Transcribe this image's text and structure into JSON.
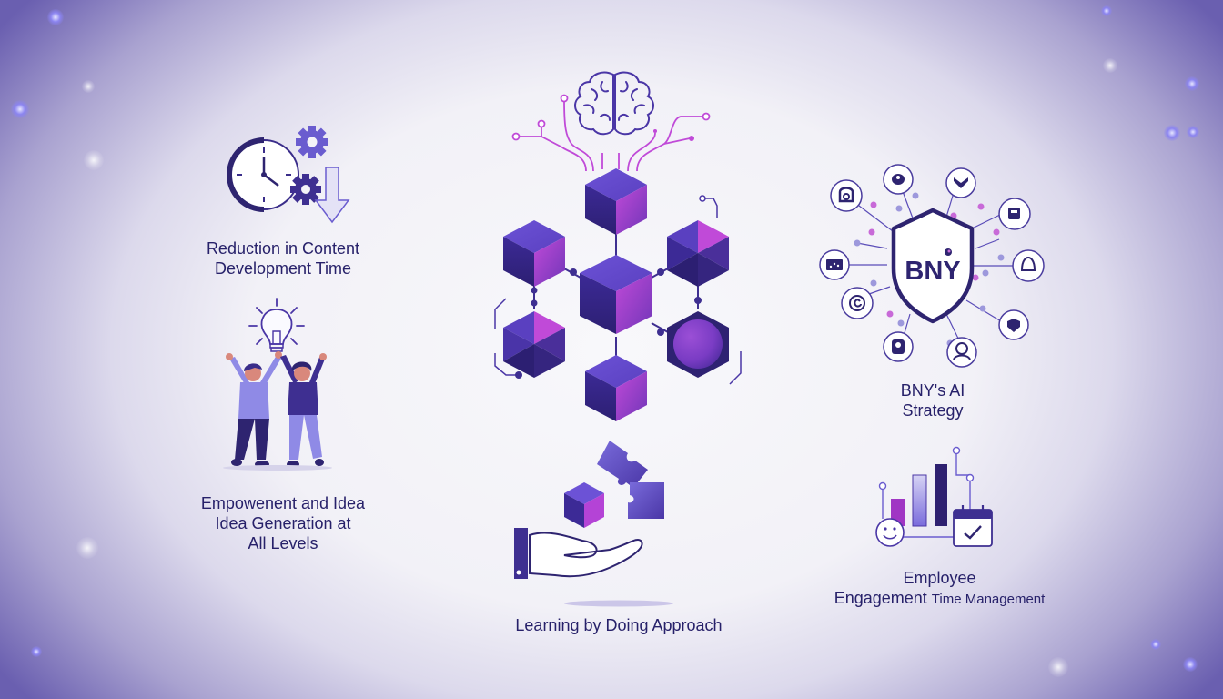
{
  "features": [
    {
      "id": "content-time",
      "lines": [
        "Reduction in Content",
        "Development Time"
      ],
      "icon": "clock-gears-down-arrow-icon"
    },
    {
      "id": "empowerment",
      "lines": [
        "Empowenent and Idea",
        "Idea Generation at",
        "All Levels"
      ],
      "icon": "people-lightbulb-icon"
    },
    {
      "id": "learning",
      "lines": [
        "Learning by Doing Approach"
      ],
      "icon": "hand-cube-puzzle-icon"
    },
    {
      "id": "ai-strategy",
      "lines": [
        "BNY's AI",
        "Strategy"
      ],
      "icon": "shield-network-icon"
    },
    {
      "id": "engagement",
      "lines": [
        "Employee",
        "Engagement",
        "Time Management"
      ],
      "icon": "chart-smiley-calendar-icon"
    }
  ],
  "center": {
    "icon": "brain-cube-network-icon"
  },
  "shield": {
    "brand_text": "BNY"
  },
  "colors": {
    "text": "#27216a",
    "deep_indigo": "#2e1f6e",
    "indigo": "#4a36a6",
    "violet": "#6a4fd0",
    "magenta": "#b443d6",
    "lavender": "#8a86e8"
  }
}
